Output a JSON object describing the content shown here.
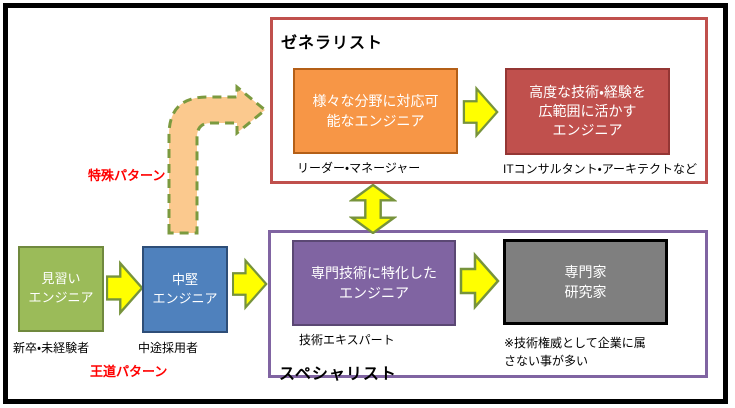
{
  "diagram": {
    "groups": {
      "generalist": {
        "title": "ゼネラリスト",
        "border_color": "#C0504D"
      },
      "specialist": {
        "title": "スペシャリスト",
        "border_color": "#8064A2"
      }
    },
    "nodes": {
      "apprentice": {
        "line1": "見習い",
        "line2": "エンジニア",
        "caption": "新卒・未経験者",
        "fill": "#9BBB59"
      },
      "midlevel": {
        "line1": "中堅",
        "line2": "エンジニア",
        "caption": "中途採用者",
        "fill": "#4F81BD"
      },
      "versatile": {
        "line1": "様々な分野に対応可",
        "line2": "能なエンジニア",
        "caption": "リーダー・マネージャー",
        "fill": "#F79646"
      },
      "advanced": {
        "line1": "高度な技術・経験を",
        "line2": "広範囲に活かす",
        "line3": "エンジニア",
        "caption": "ITコンサルタント・アーキテクトなど",
        "fill": "#C0504D"
      },
      "specialized": {
        "line1": "専門技術に特化した",
        "line2": "エンジニア",
        "caption": "技術エキスパート",
        "fill": "#8064A2"
      },
      "expert": {
        "line1": "専門家",
        "line2": "研究家",
        "note_line1": "※技術権威として企業に属",
        "note_line2": "さない事が多い",
        "fill": "#7F7F7F"
      }
    },
    "annotations": {
      "special_pattern": {
        "label": "特殊パターン",
        "color": "#FF0000"
      },
      "standard_pattern": {
        "label": "王道パターン",
        "color": "#FF0000"
      }
    },
    "arrows": {
      "flow_fill": "#FFFF00",
      "flow_stroke": "#77933C",
      "dashed_fill": "#FBC98E",
      "dashed_stroke": "#7B9A3F"
    },
    "frame_color": "#000000"
  }
}
